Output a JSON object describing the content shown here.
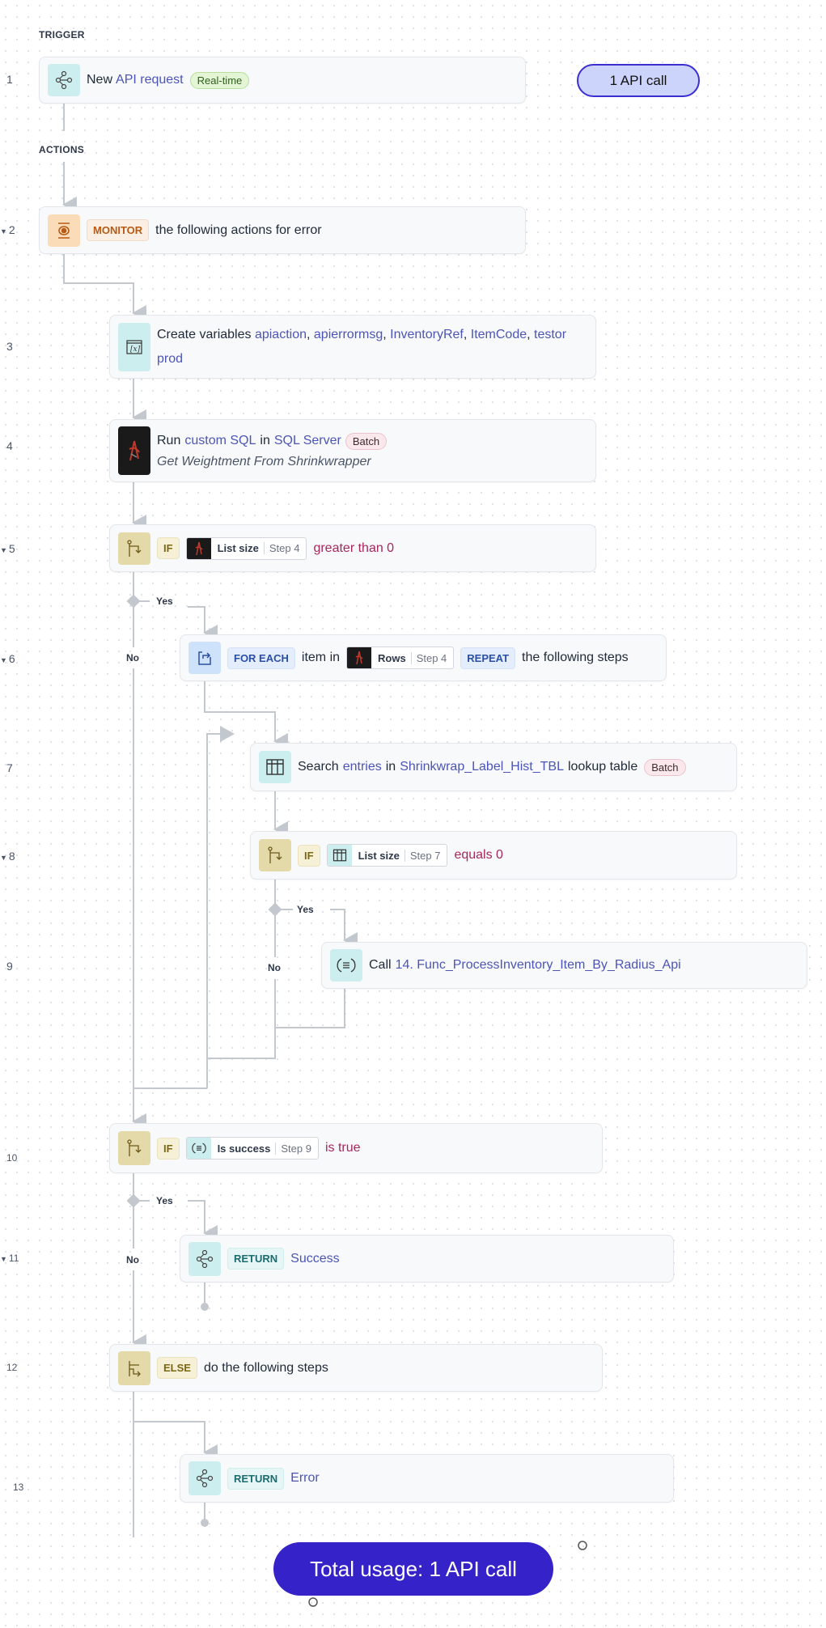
{
  "sections": {
    "trigger": "TRIGGER",
    "actions": "ACTIONS"
  },
  "api_call_badge": "1 API call",
  "total_usage": "Total usage: 1 API call",
  "branch_labels": {
    "yes": "Yes",
    "no": "No"
  },
  "steps": {
    "s1": {
      "num": "1",
      "text1": "New",
      "link": "API request",
      "pill": "Real-time",
      "icon": "api-trigger-icon"
    },
    "s2": {
      "num": "2",
      "kw": "MONITOR",
      "text": "the following actions for error",
      "icon": "monitor-eye-icon"
    },
    "s3": {
      "num": "3",
      "text": "Create variables",
      "vars": [
        "apiaction",
        "apierrormsg",
        "InventoryRef",
        "ItemCode",
        "testor prod"
      ],
      "icon": "variable-icon"
    },
    "s4": {
      "num": "4",
      "t1": "Run",
      "l1": "custom SQL",
      "t2": "in",
      "l2": "SQL Server",
      "pill": "Batch",
      "subtitle": "Get Weightment From Shrinkwrapper",
      "icon": "sql-server-icon"
    },
    "s5": {
      "num": "5",
      "kw": "IF",
      "ref_label": "List size",
      "ref_step": "Step 4",
      "cond": "greater than 0",
      "icon": "if-branch-icon"
    },
    "s6": {
      "num": "6",
      "kw": "FOR EACH",
      "t1": "item in",
      "ref_label": "Rows",
      "ref_step": "Step 4",
      "kw2": "REPEAT",
      "t2": "the following steps",
      "icon": "repeat-icon"
    },
    "s7": {
      "num": "7",
      "t1": "Search",
      "l1": "entries",
      "t2": "in",
      "l2": "Shrinkwrap_Label_Hist_TBL",
      "t3": "lookup table",
      "pill": "Batch",
      "icon": "table-icon"
    },
    "s8": {
      "num": "8",
      "kw": "IF",
      "ref_label": "List size",
      "ref_step": "Step 7",
      "cond": "equals 0",
      "icon": "if-branch-icon"
    },
    "s9": {
      "num": "9",
      "t1": "Call",
      "l1": "14. Func_ProcessInventory_Item_By_Radius_Api",
      "icon": "function-call-icon"
    },
    "s10": {
      "num": "10",
      "kw": "IF",
      "ref_label": "Is success",
      "ref_step": "Step 9",
      "cond": "is true",
      "icon": "if-branch-icon"
    },
    "s11": {
      "num": "11",
      "kw": "RETURN",
      "value": "Success",
      "icon": "return-icon"
    },
    "s12": {
      "num": "12",
      "kw": "ELSE",
      "text": "do the following steps",
      "icon": "else-branch-icon"
    },
    "s13": {
      "num": "13",
      "kw": "RETURN",
      "value": "Error",
      "icon": "return-icon"
    }
  },
  "colors": {
    "accent": "#3622c9",
    "link": "#4c55b5",
    "condition": "#a4275d"
  }
}
